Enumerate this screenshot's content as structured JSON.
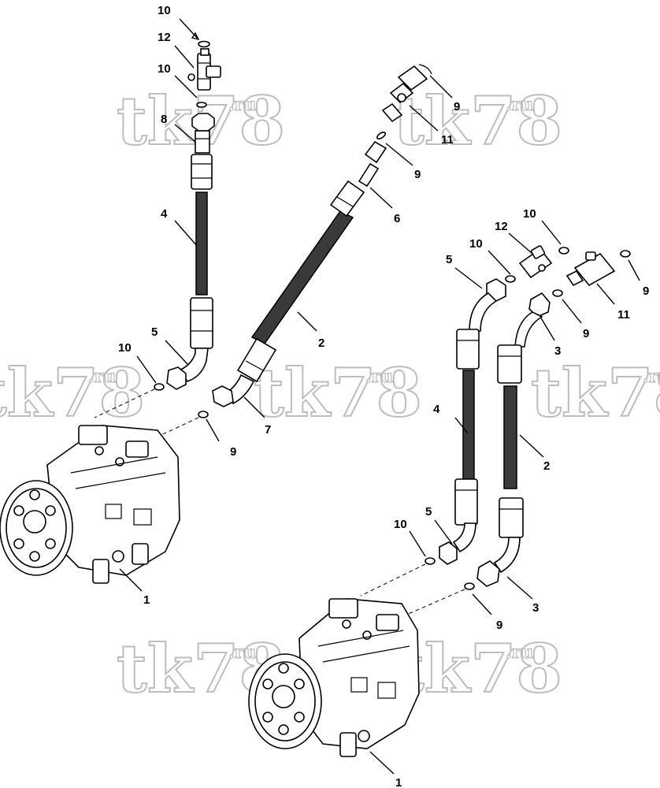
{
  "watermark": {
    "text": "tk78",
    "suffix": ".ru"
  },
  "callouts": {
    "top_left_10a": "10",
    "top_left_12": "12",
    "top_left_10b": "10",
    "top_left_8": "8",
    "left_4": "4",
    "left_5": "5",
    "left_10": "10",
    "left_9": "9",
    "left_7": "7",
    "left_2": "2",
    "left_6": "6",
    "top_9a": "9",
    "top_11": "11",
    "top_9b": "9",
    "left_1": "1",
    "right_10a": "10",
    "right_10b": "10",
    "right_12": "12",
    "right_5a": "5",
    "right_9a": "9",
    "right_11": "11",
    "right_9b": "9",
    "right_3a": "3",
    "right_4": "4",
    "right_2": "2",
    "right_5b": "5",
    "right_10c": "10",
    "right_3b": "3",
    "right_9c": "9",
    "right_1": "1"
  }
}
